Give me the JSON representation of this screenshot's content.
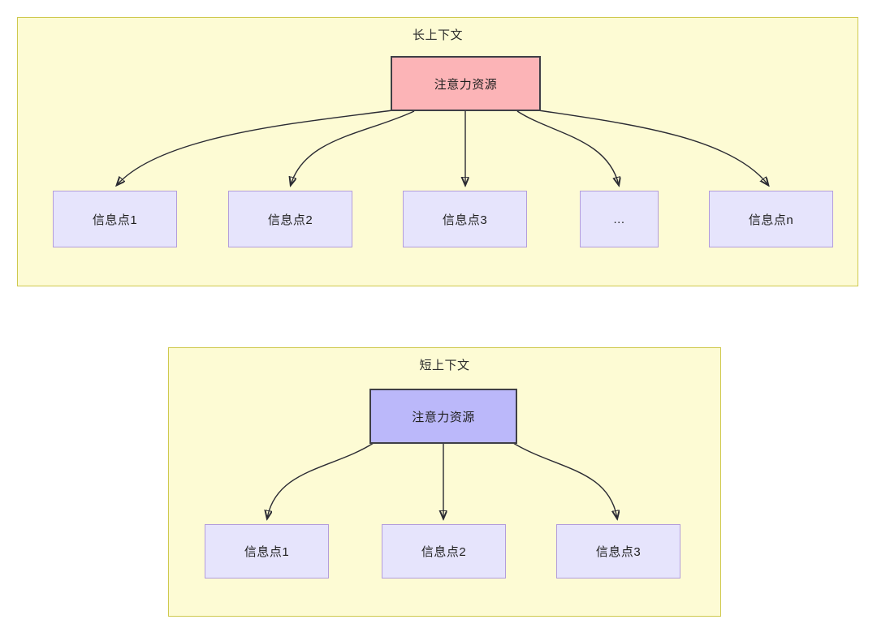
{
  "diagram": {
    "colors": {
      "panel_fill": "#fdfbd4",
      "panel_border": "#cfc94e",
      "root_long_fill": "#fcb4b7",
      "root_short_fill": "#bbb8fa",
      "leaf_fill": "#e6e4fc",
      "leaf_border": "#b39ddb",
      "edge_stroke": "#2b2b33",
      "root_border": "#3f3f46"
    },
    "panels": [
      {
        "id": "long-context",
        "title": "长上下文",
        "root": {
          "label": "注意力资源",
          "icon": "attention-resource-node"
        },
        "leaves": [
          {
            "label": "信息点1"
          },
          {
            "label": "信息点2"
          },
          {
            "label": "信息点3"
          },
          {
            "label": "..."
          },
          {
            "label": "信息点n"
          }
        ]
      },
      {
        "id": "short-context",
        "title": "短上下文",
        "root": {
          "label": "注意力资源",
          "icon": "attention-resource-node"
        },
        "leaves": [
          {
            "label": "信息点1"
          },
          {
            "label": "信息点2"
          },
          {
            "label": "信息点3"
          }
        ]
      }
    ]
  }
}
